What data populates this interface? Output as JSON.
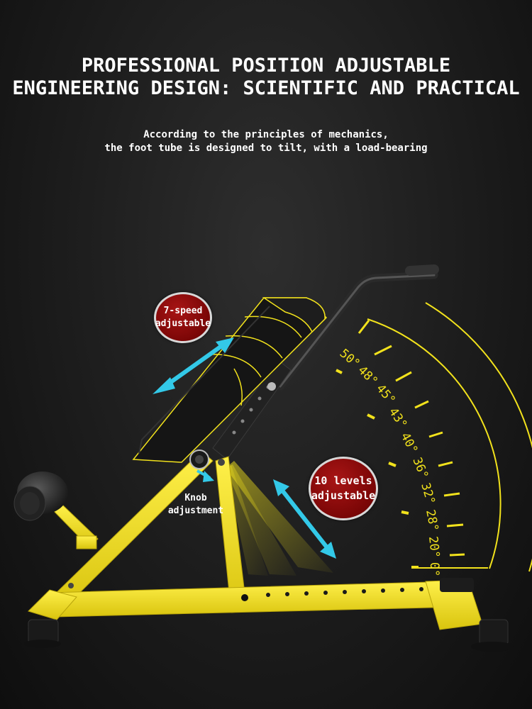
{
  "heading": {
    "line1": "PROFESSIONAL POSITION ADJUSTABLE",
    "line2": "ENGINEERING DESIGN: SCIENTIFIC AND PRACTICAL"
  },
  "subheading": {
    "line1": "According to the principles of mechanics,",
    "line2": "the foot tube is designed to tilt, with a load-bearing"
  },
  "badges": {
    "speed": {
      "line1": "7-speed",
      "line2": "adjustable"
    },
    "levels": {
      "line1": "10 levels",
      "line2": "adjustable"
    }
  },
  "knob": {
    "line1": "Knob",
    "line2": "adjustment"
  },
  "scale_labels": [
    "50°",
    "48°",
    "45°",
    "43°",
    "40°",
    "36°",
    "32°",
    "28°",
    "20°",
    "0°"
  ],
  "colors": {
    "frame_yellow": "#f3e51e",
    "arrow_cyan": "#33c9e8",
    "badge_red": "#8b0a0a",
    "background": "#1c1c1c"
  }
}
